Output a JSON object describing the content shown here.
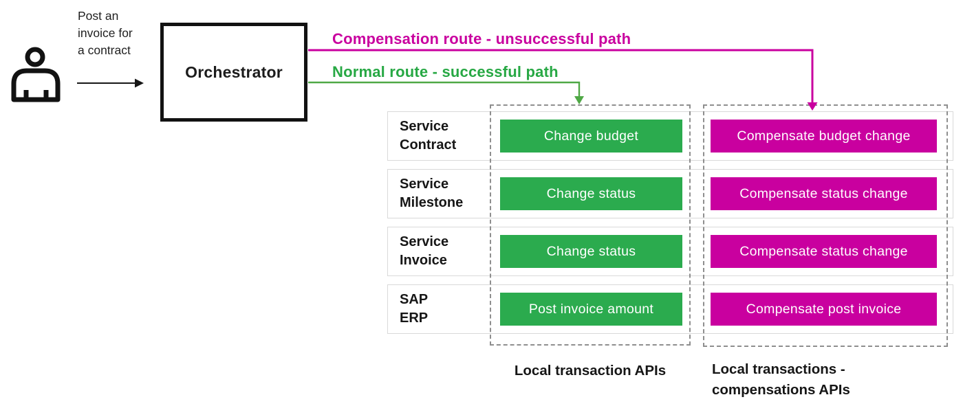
{
  "actor": {
    "caption_lines": [
      "Post an",
      "invoice for",
      "a contract"
    ]
  },
  "orchestrator": {
    "label": "Orchestrator"
  },
  "routes": {
    "compensation": {
      "label": "Compensation route - unsuccessful path",
      "color": "#c9009f"
    },
    "normal": {
      "label": "Normal route - successful path",
      "color": "#27a844"
    }
  },
  "rows": [
    {
      "system_line1": "Service",
      "system_line2": "Contract",
      "transaction": "Change budget",
      "compensation": "Compensate budget change"
    },
    {
      "system_line1": "Service",
      "system_line2": "Milestone",
      "transaction": "Change status",
      "compensation": "Compensate status change"
    },
    {
      "system_line1": "Service",
      "system_line2": "Invoice",
      "transaction": "Change status",
      "compensation": "Compensate status change"
    },
    {
      "system_line1": "SAP",
      "system_line2": "ERP",
      "transaction": "Post invoice amount",
      "compensation": "Compensate post invoice"
    }
  ],
  "captions": {
    "transactions": "Local transaction APIs",
    "compensations_line1": "Local transactions -",
    "compensations_line2": "compensations APIs"
  },
  "colors": {
    "green": "#2bab4e",
    "magenta": "#c9009f",
    "line_green": "#4fa845",
    "dash_gray": "#8e8e8e",
    "row_border": "#d9d9d9",
    "ink": "#1c1c1c"
  }
}
